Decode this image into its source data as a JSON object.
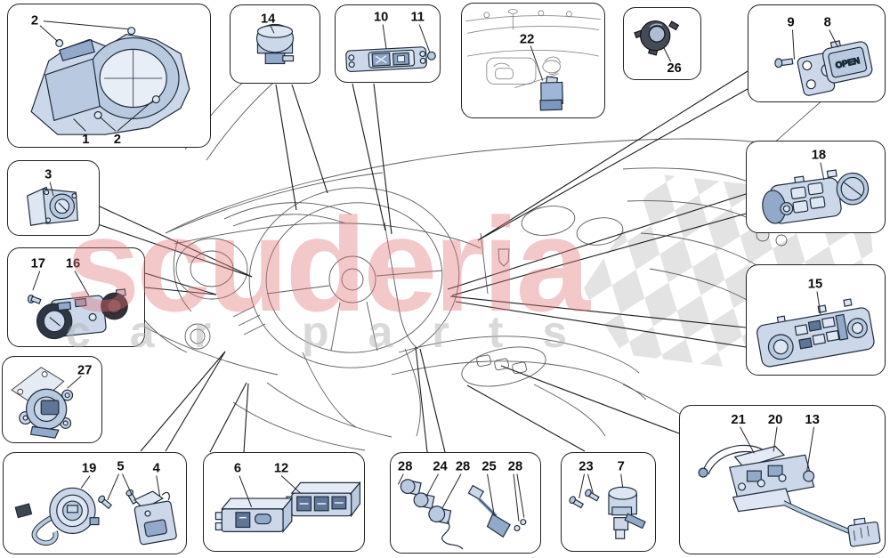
{
  "watermark": {
    "brand": "scuderia",
    "sub": "car parts"
  },
  "colors": {
    "watermark_red": "#de7575",
    "checker_gray": "#dcdcdc",
    "part_fill_blue": "#ccd8ea",
    "part_shade_blue": "#93a9c9",
    "outline_dark": "#1c2b3a"
  },
  "callouts": {
    "cluster": {
      "labels": [
        "2",
        "1",
        "2"
      ]
    },
    "sensor14": {
      "labels": [
        "14"
      ]
    },
    "switch10": {
      "labels": [
        "10",
        "11"
      ]
    },
    "roof22": {
      "labels": [
        "22"
      ]
    },
    "sensor26": {
      "labels": [
        "26"
      ]
    },
    "open8": {
      "labels": [
        "9",
        "8"
      ],
      "button_text": "OPEN"
    },
    "switch3": {
      "labels": [
        "3"
      ]
    },
    "light16": {
      "labels": [
        "17",
        "16"
      ]
    },
    "actuator27": {
      "labels": [
        "27"
      ]
    },
    "motor19": {
      "labels": [
        "19",
        "5",
        "4"
      ]
    },
    "packs612": {
      "labels": [
        "6",
        "12"
      ]
    },
    "lamps": {
      "labels": [
        "28",
        "24",
        "28",
        "25",
        "28"
      ]
    },
    "pump7": {
      "labels": [
        "23",
        "7"
      ]
    },
    "latch21": {
      "labels": [
        "21",
        "20",
        "13"
      ]
    },
    "panel18": {
      "labels": [
        "18"
      ]
    },
    "climate15": {
      "labels": [
        "15"
      ]
    }
  }
}
